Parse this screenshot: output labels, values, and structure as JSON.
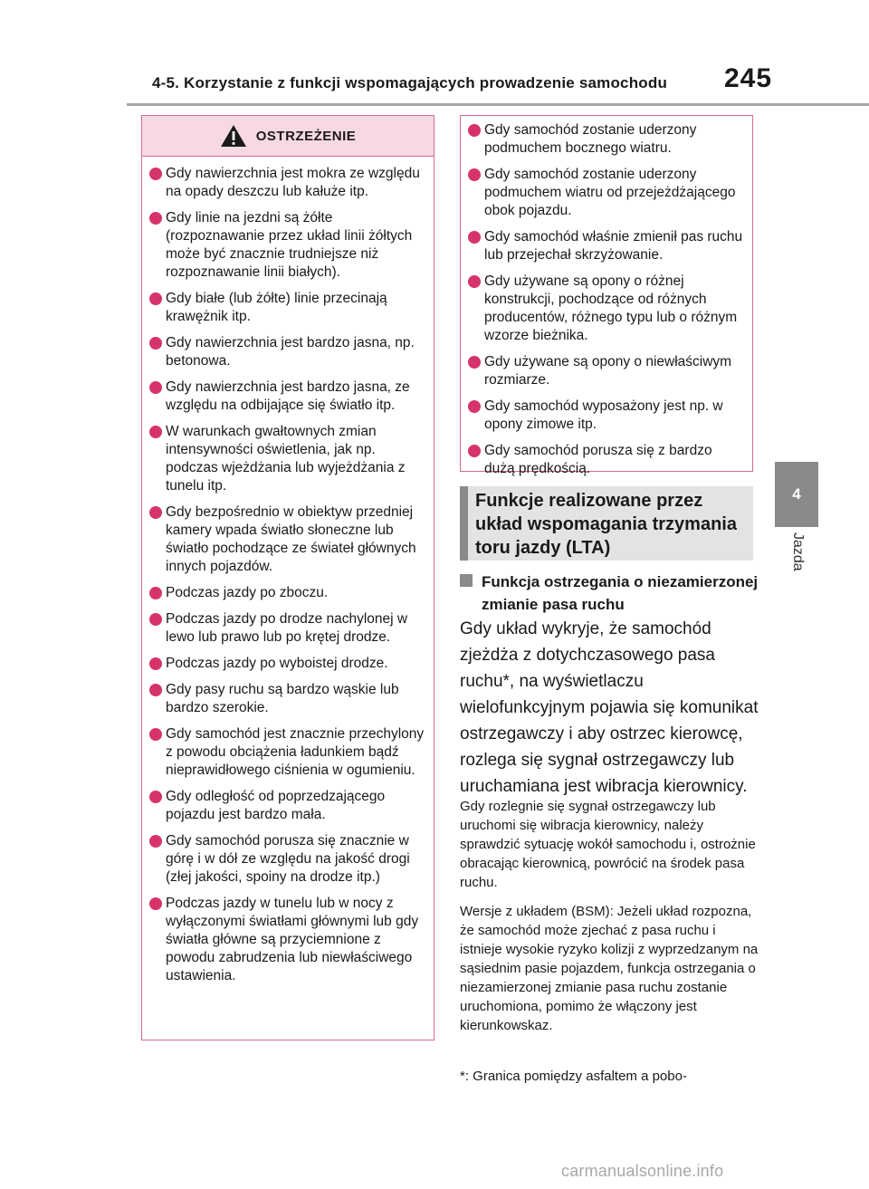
{
  "header": {
    "title": "4-5. Korzystanie z funkcji wspomagających prowadzenie samochodu",
    "page_number": "245"
  },
  "side_tab": {
    "number": "4",
    "label": "Jazda"
  },
  "warning": {
    "title": "OSTRZEŻENIE",
    "items": [
      "Gdy nawierzchnia jest mokra ze względu na opady deszczu lub kałuże itp.",
      "Gdy linie na jezdni są żółte (rozpoznawanie przez układ linii żółtych może być znacznie trudniejsze niż rozpoznawanie linii białych).",
      "Gdy białe (lub żółte) linie przecinają krawężnik itp.",
      "Gdy nawierzchnia jest bardzo jasna, np. betonowa.",
      "Gdy nawierzchnia jest bardzo jasna, ze względu na odbijające się światło itp.",
      "W warunkach gwałtownych zmian intensywności oświetlenia, jak np. podczas wjeżdżania lub wyjeżdżania z tunelu itp.",
      "Gdy bezpośrednio w obiektyw przedniej kamery wpada światło słoneczne lub światło pochodzące ze świateł głównych innych pojazdów.",
      "Podczas jazdy po zboczu.",
      "Podczas jazdy po drodze nachylonej w lewo lub prawo lub po krętej drodze.",
      "Podczas jazdy po wyboistej drodze.",
      "Gdy pasy ruchu są bardzo wąskie lub bardzo szerokie.",
      "Gdy samochód jest znacznie przechylony z powodu obciążenia ładunkiem bądź nieprawidłowego ciśnienia w ogumieniu.",
      "Gdy odległość od poprzedzającego pojazdu jest bardzo mała.",
      "Gdy samochód porusza się znacznie w górę i w dół ze względu na jakość drogi (złej jakości, spoiny na drodze itp.)",
      "Podczas jazdy w tunelu lub w nocy z wyłączonymi światłami głównymi lub gdy światła główne są przyciemnione z powodu zabrudzenia lub niewłaściwego ustawienia."
    ]
  },
  "warning_continued": {
    "items": [
      "Gdy samochód zostanie uderzony podmuchem bocznego wiatru.",
      "Gdy samochód zostanie uderzony podmuchem wiatru od przejeżdżającego obok pojazdu.",
      "Gdy samochód właśnie zmienił pas ruchu lub przejechał skrzyżowanie.",
      "Gdy używane są opony o różnej konstrukcji, pochodzące od różnych producentów, różnego typu lub o różnym wzorze bieżnika.",
      "Gdy używane są opony o niewłaściwym rozmiarze.",
      "Gdy samochód wyposażony jest np. w opony zimowe itp.",
      "Gdy samochód porusza się z bardzo dużą prędkością."
    ]
  },
  "section": {
    "title": "Funkcje realizowane przez\nukład wspomagania trzymania toru jazdy (LTA)",
    "subheading": "Funkcja ostrzegania o niezamierzonej zmianie pasa ruchu",
    "main_text": "Gdy układ wykryje, że samochód zjeżdża z dotychczasowego pasa ruchu*, na wyświetlaczu wielofunkcyjnym pojawia się komunikat ostrzegawczy i aby ostrzec kierowcę, rozlega się sygnał ostrzegawczy lub uruchamiana jest wibracja kierownicy.",
    "paragraph_1": "Gdy rozlegnie się sygnał ostrzegawczy lub uruchomi się wibracja kierownicy, należy sprawdzić sytuację wokół samochodu i, ostrożnie obracając kierownicą, powrócić na środek pasa ruchu.",
    "paragraph_2": "Wersje z układem (BSM): Jeżeli układ rozpozna, że samochód może zjechać z pasa ruchu i istnieje wysokie ryzyko kolizji z wyprzedzanym na sąsiednim pasie pojazdem, funkcja ostrzegania o niezamierzonej zmianie pasa ruchu zostanie uruchomiona, pomimo że włączony jest kierunkowskaz.",
    "footnote": "*: Granica pomiędzy asfaltem a pobo-"
  },
  "watermark": "carmanualsonline.info",
  "colors": {
    "accent": "#d6336c",
    "warning_header_bg": "#f7d9e1",
    "tab_gray": "#8a8a8a"
  }
}
